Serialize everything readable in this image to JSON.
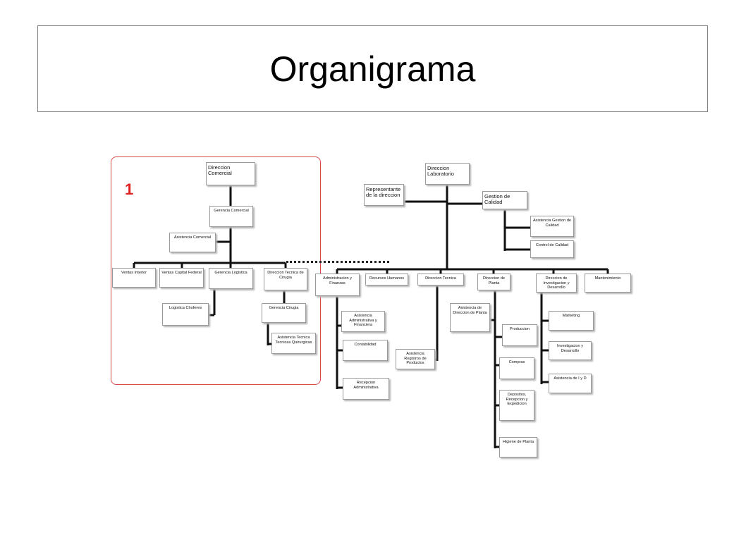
{
  "slide": {
    "title": "Organigrama",
    "highlight_label": "1"
  },
  "chart": {
    "direccion_laboratorio": "Direccion Laboratorio",
    "representante": "Representante de la direccion",
    "gestion_calidad": "Gestion de Calidad",
    "asistencia_gestion_calidad": "Asistencia Gestion de Calidad",
    "control_calidad": "Control de Calidad",
    "direccion_comercial": "Direccion Comercial",
    "gerencia_comercial": "Gerencia Comercial",
    "asistencia_comercial": "Asistencia Comercial",
    "ventas_interior": "Ventas Interior",
    "ventas_capital": "Ventas Capital Federal",
    "gerencia_logistica": "Gerencia Logistica",
    "direccion_tecnica_cirugia": "Direccion Tecnica de Cirugia",
    "logistica_choferes": "Logistica Choferes",
    "gerencia_cirugia": "Gerencia Cirugia",
    "asistencia_tecnica_qx": "Asistencia Tecnica Tecnicas Quirurgicas",
    "administracion_finanzas": "Administracion y Finanzas",
    "recursos_humanos": "Recursos Humanos",
    "direccion_tecnica": "Direccion Tecnica",
    "direccion_planta": "Direccion de Planta",
    "direccion_id": "Direccion de Investigacion y Desarrollo",
    "mantenimiento": "Mantenimiento",
    "asistencia_admin": "Asistencia Administrativa y Financiera",
    "contabilidad": "Contabilidad",
    "recepcion_admin": "Recepcion Administrativa",
    "asistencia_registros": "Asistencia Registros de Productos",
    "asistencia_dir_planta": "Asistencia de Direccion de Planta",
    "produccion": "Produccion",
    "compras": "Compras",
    "depositos": "Depositos, Recepcion y Expedicion",
    "higiene_planta": "Higiene de Planta",
    "marketing": "Marketing",
    "investigacion_desarrollo": "Investigacion y Desarrollo",
    "asistencia_id": "Asistencia de I y D"
  }
}
